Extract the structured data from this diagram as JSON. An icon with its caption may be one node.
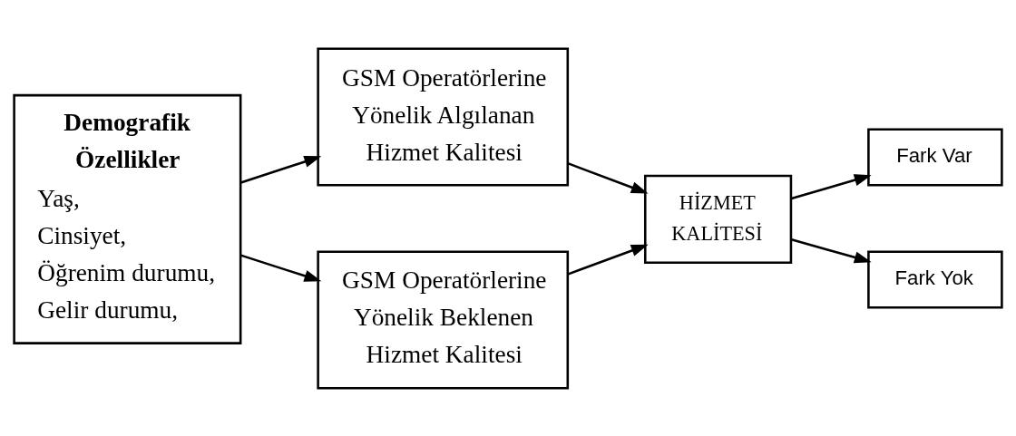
{
  "diagram": {
    "nodes": [
      {
        "text": [
          "Demografik Özellikler",
          "Yaş,",
          "Cinsiyet,",
          "Öğrenim durumu,",
          "Gelir durumu,"
        ]
      },
      {
        "text": [
          "GSM Operatörlerine Yönelik Algılanan Hizmet Kalitesi"
        ]
      },
      {
        "text": [
          "GSM Operatörlerine Yönelik Beklenen Hizmet Kalitesi"
        ]
      },
      {
        "text": [
          "HİZMET KALİTESİ"
        ]
      },
      {
        "text": [
          "Fark Var"
        ]
      },
      {
        "text": [
          "Fark Yok"
        ]
      }
    ],
    "edges": [
      {
        "from": 0,
        "to": 1,
        "arrow": "to"
      },
      {
        "from": 0,
        "to": 2,
        "arrow": "to"
      },
      {
        "from": 1,
        "to": 3,
        "arrow": "to"
      },
      {
        "from": 2,
        "to": 3,
        "arrow": "to"
      },
      {
        "from": 3,
        "to": 4,
        "arrow": "to"
      },
      {
        "from": 3,
        "to": 5,
        "arrow": "to"
      }
    ]
  }
}
